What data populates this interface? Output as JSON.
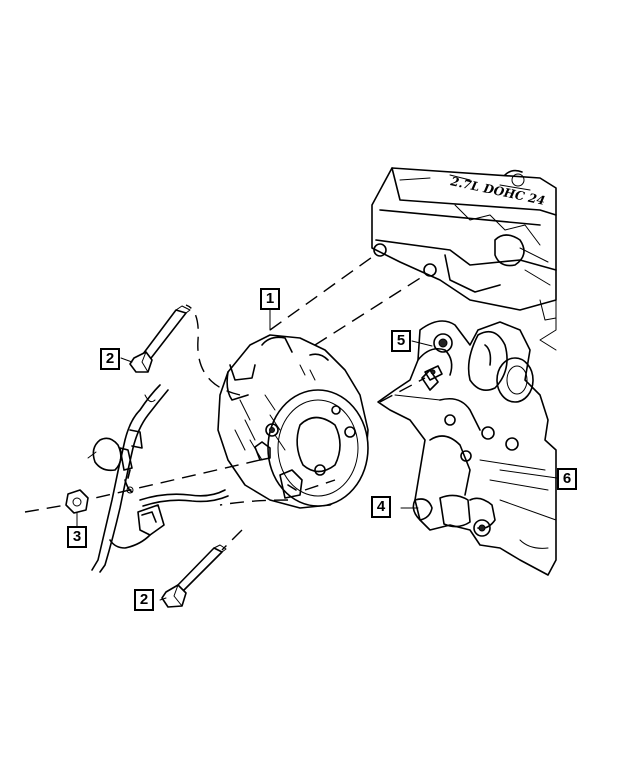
{
  "callouts": [
    {
      "label": "1",
      "part": "generator"
    },
    {
      "label": "2",
      "part": "upper-bolt"
    },
    {
      "label": "2",
      "part": "lower-bolt"
    },
    {
      "label": "3",
      "part": "nut"
    },
    {
      "label": "4",
      "part": "mounting-bracket"
    },
    {
      "label": "5",
      "part": "bracket-stud"
    },
    {
      "label": "6",
      "part": "engine-block"
    }
  ],
  "engine_cover_text": "2.7L DOHC 24"
}
